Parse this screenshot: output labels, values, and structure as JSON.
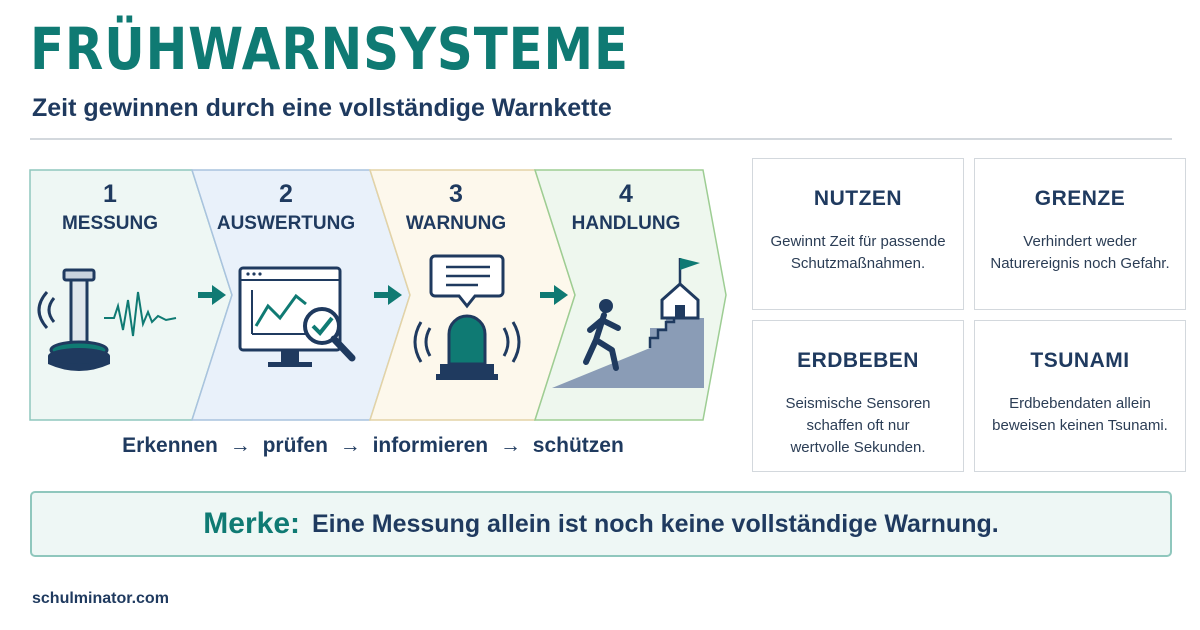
{
  "header": {
    "title": "FRÜHWARNSYSTEME",
    "subtitle": "Zeit gewinnen durch eine vollständige Warnkette"
  },
  "steps": [
    {
      "number": "1",
      "label": "MESSUNG",
      "icon": "seismometer-icon"
    },
    {
      "number": "2",
      "label": "AUSWERTUNG",
      "icon": "monitor-analysis-icon"
    },
    {
      "number": "3",
      "label": "WARNUNG",
      "icon": "siren-alert-icon"
    },
    {
      "number": "4",
      "label": "HANDLUNG",
      "icon": "evacuation-icon"
    }
  ],
  "chain": {
    "words": [
      "Erkennen",
      "prüfen",
      "informieren",
      "schützen"
    ],
    "arrow": "→"
  },
  "cards": [
    {
      "title": "NUTZEN",
      "text": "Gewinnt Zeit für passende Schutzmaßnahmen."
    },
    {
      "title": "GRENZE",
      "text": "Verhindert weder Naturereignis noch Gefahr."
    },
    {
      "title": "ERDBEBEN",
      "text": "Seismische Sensoren schaffen oft nur wertvolle Sekunden."
    },
    {
      "title": "TSUNAMI",
      "text": "Erdbebendaten allein beweisen keinen Tsunami."
    }
  ],
  "merke": {
    "label": "Merke:",
    "text": "Eine Messung allein ist noch keine vollständige Warnung."
  },
  "footer": {
    "site": "schulminator.com"
  },
  "colors": {
    "teal": "#0f7a73",
    "navy": "#1f3a5f",
    "step1_bg": "#eef7f4",
    "step2_bg": "#e9f1fa",
    "step3_bg": "#fdf8ec",
    "step4_bg": "#eef7ee"
  }
}
